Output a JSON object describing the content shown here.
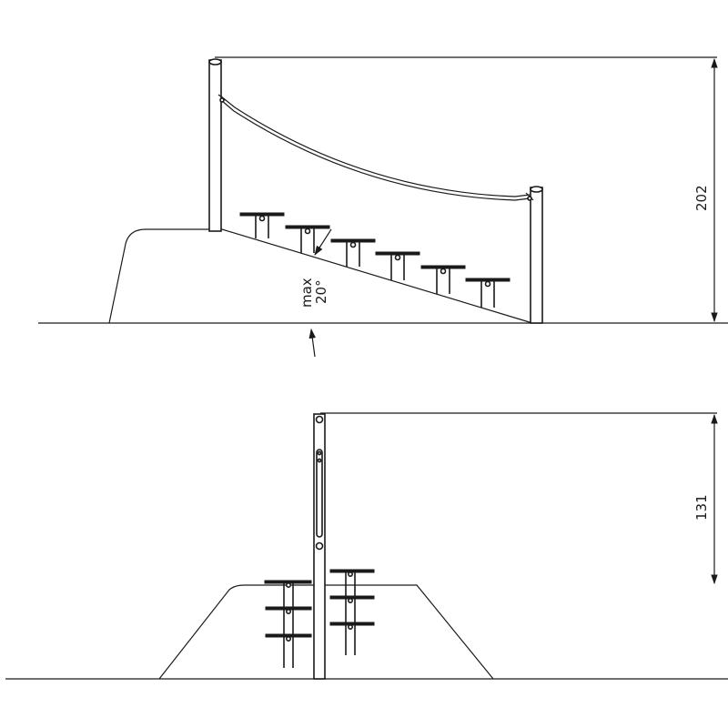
{
  "dimensions": {
    "top_height": "202",
    "bottom_height": "131"
  },
  "slope_annotation": {
    "line1": "max",
    "line2": "20°"
  }
}
